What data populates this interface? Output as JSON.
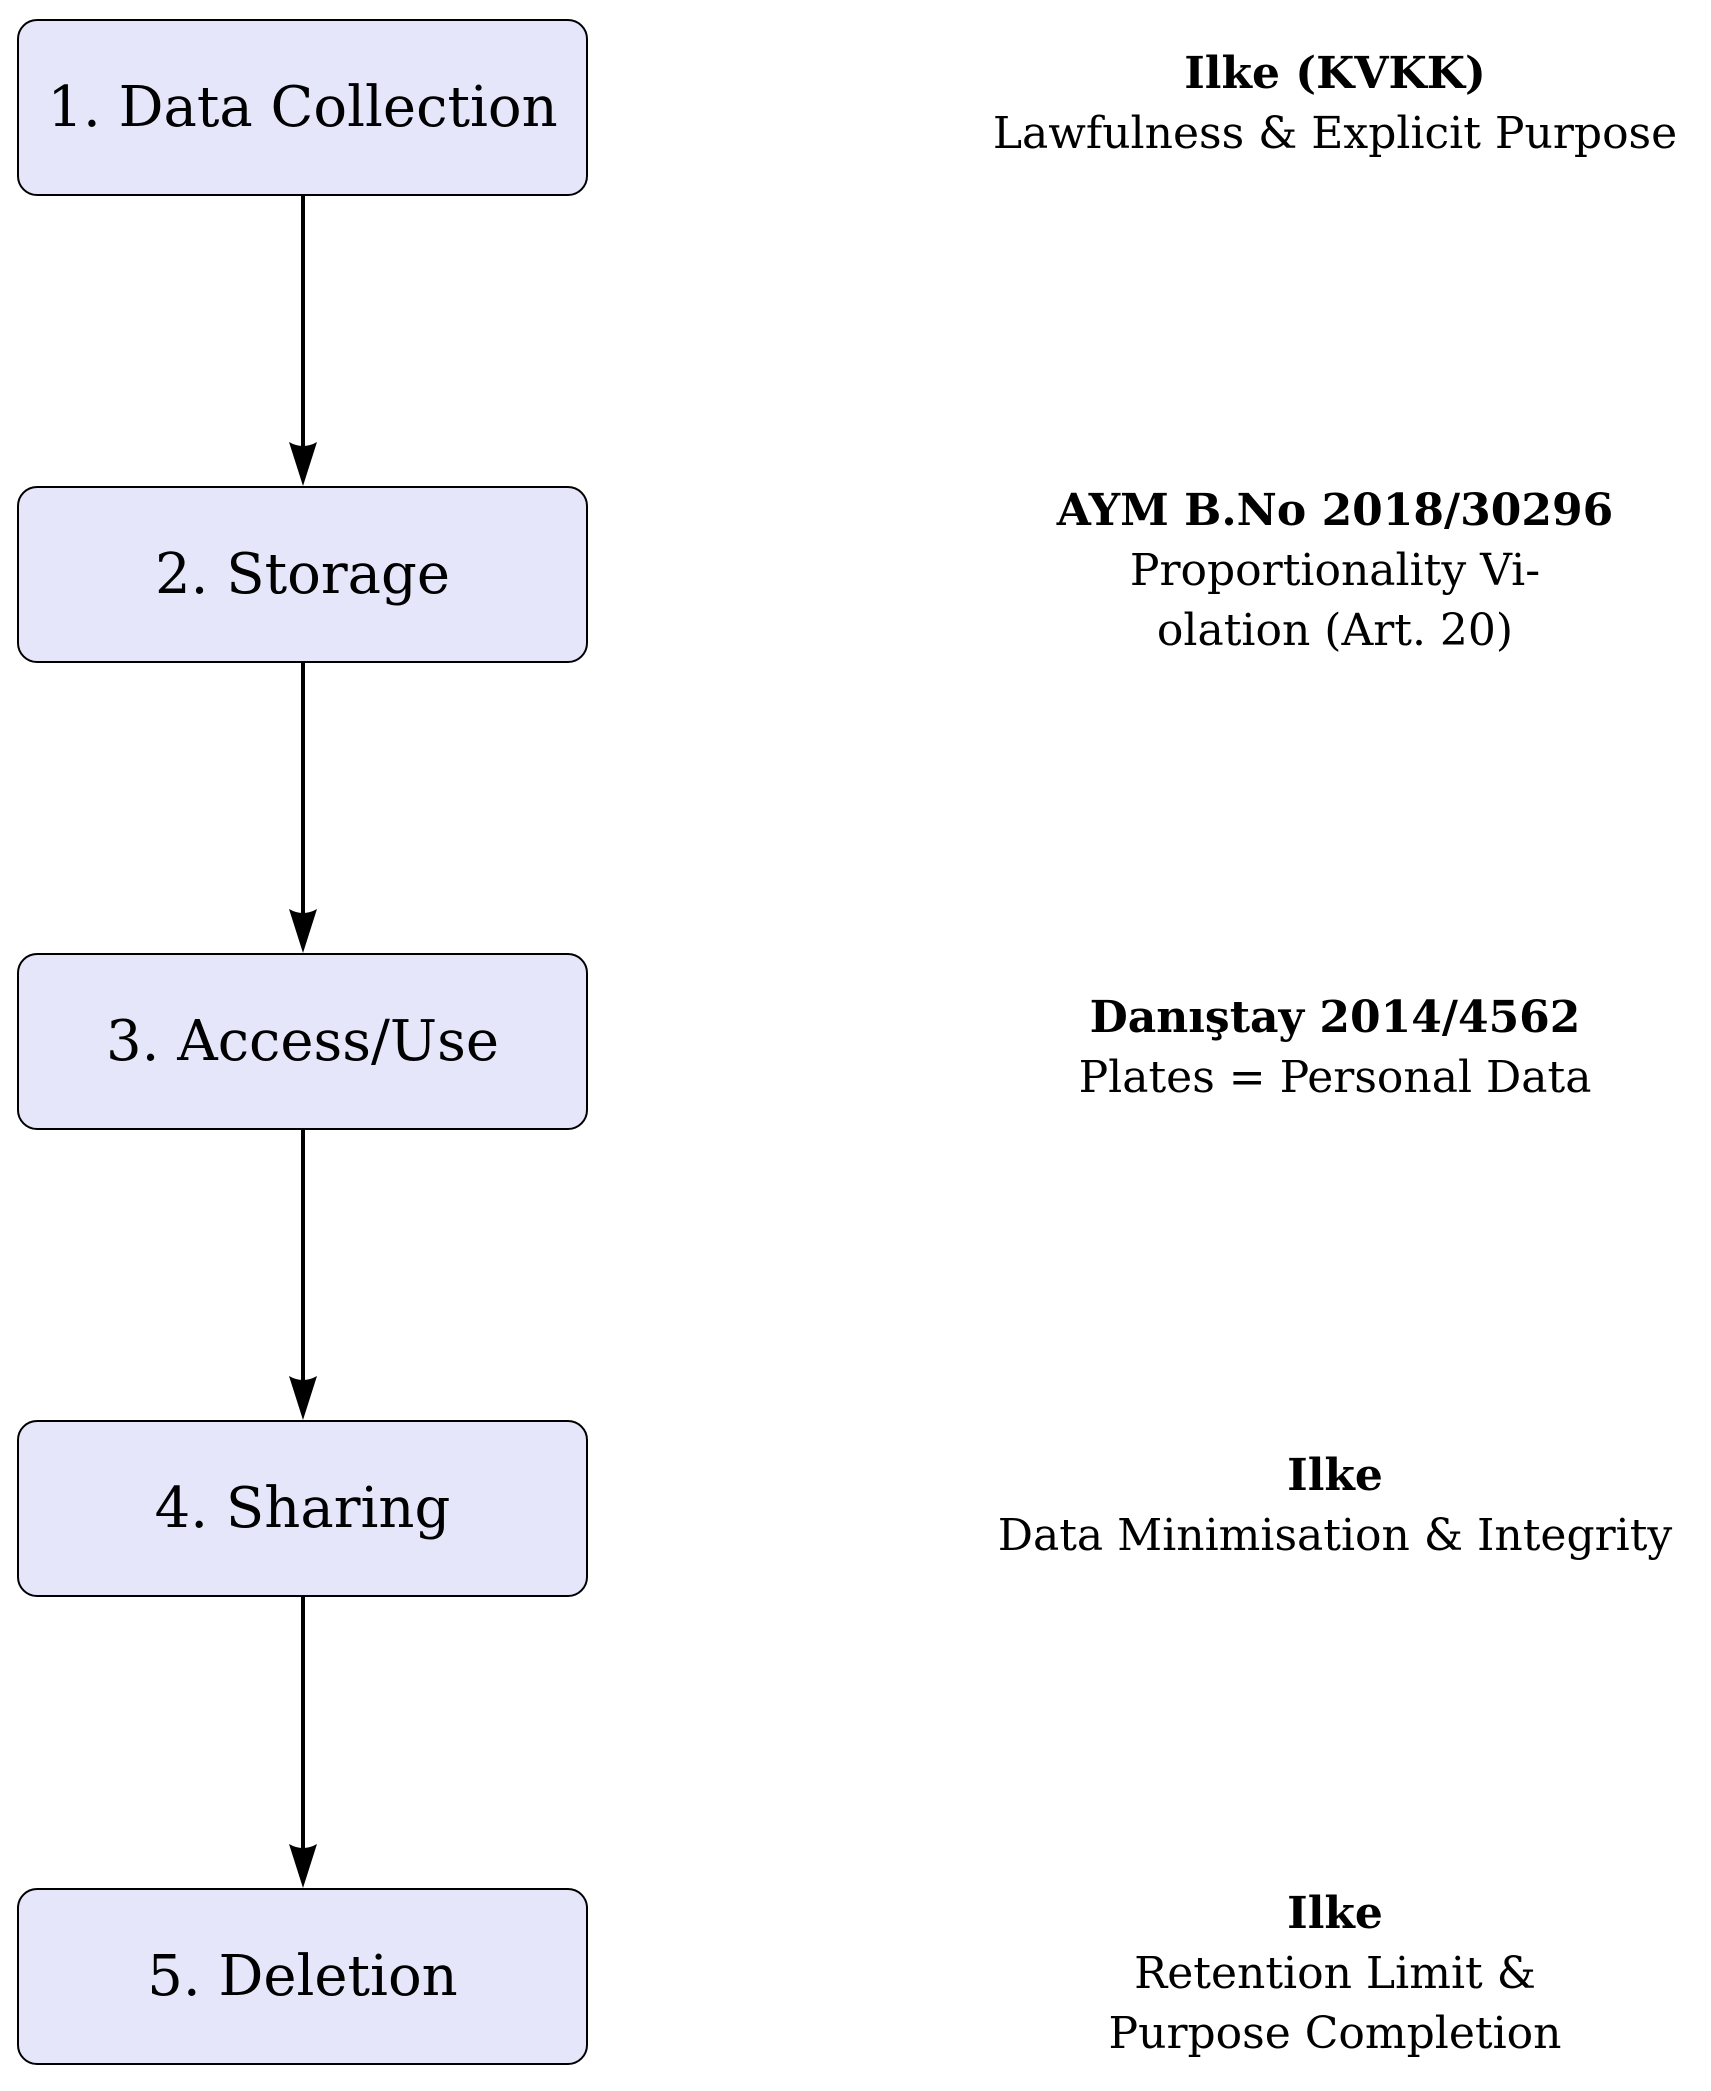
{
  "diagram": {
    "steps": [
      {
        "label": "1. Data Collection"
      },
      {
        "label": "2. Storage"
      },
      {
        "label": "3. Access/Use"
      },
      {
        "label": "4. Sharing"
      },
      {
        "label": "5. Deletion"
      }
    ],
    "annotations": [
      {
        "title": "Ilke (KVKK)",
        "lines": [
          "Lawfulness & Explicit Purpose"
        ]
      },
      {
        "title": "AYM B.No 2018/30296",
        "lines": [
          "Proportionality Vi-",
          "olation (Art. 20)"
        ]
      },
      {
        "title": "Danıştay 2014/4562",
        "lines": [
          "Plates = Personal Data"
        ]
      },
      {
        "title": "Ilke",
        "lines": [
          "Data Minimisation & Integrity"
        ]
      },
      {
        "title": "Ilke",
        "lines": [
          "Retention Limit &",
          "Purpose Completion"
        ]
      }
    ],
    "colors": {
      "box_fill": "#e6e6fa",
      "box_border": "#000000",
      "arrow": "#000000",
      "text": "#000000"
    }
  }
}
